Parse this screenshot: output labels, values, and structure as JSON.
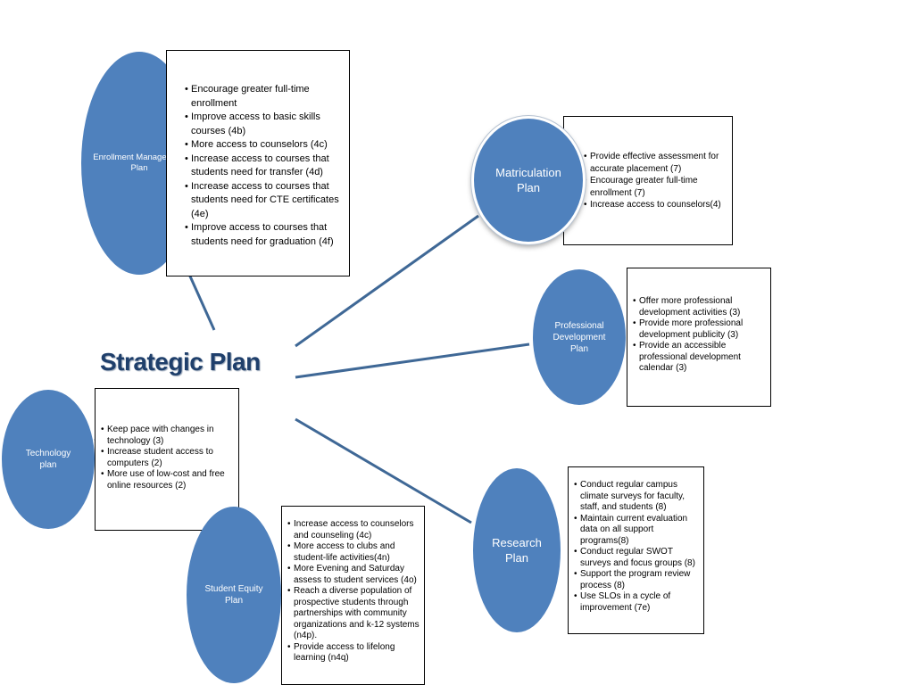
{
  "title": "Strategic Plan",
  "colors": {
    "node_fill": "#4f81bd",
    "connector": "#3f6896",
    "title": "#1f3f6b"
  },
  "nodes": {
    "enrollment": {
      "label": "Enrollment Management Plan",
      "items": [
        "Encourage greater full-time enrollment",
        "Improve access to basic skills courses (4b)",
        "More access to counselors (4c)",
        "Increase access to courses that students need for transfer (4d)",
        "Increase access to courses that students need for CTE certificates (4e)",
        "Improve access to courses that students need for graduation (4f)"
      ]
    },
    "matriculation": {
      "label": "Matriculation Plan",
      "items": [
        "Provide effective assessment for accurate placement (7)",
        "Encourage greater full-time enrollment  (7)",
        "Increase access to counselors(4)"
      ]
    },
    "professional": {
      "label": "Professional Development Plan",
      "items": [
        "Offer more professional development activities  (3)",
        "Provide more professional development publicity (3)",
        "Provide an accessible professional development calendar (3)"
      ]
    },
    "technology": {
      "label": "Technology plan",
      "items": [
        "Keep pace with changes  in technology (3)",
        "Increase student access to computers (2)",
        "More use of low-cost and free online resources (2)"
      ]
    },
    "equity": {
      "label": "Student Equity Plan",
      "items": [
        "Increase access to counselors and counseling (4c)",
        "More access to clubs and student-life activities(4n)",
        "More Evening and Saturday assess to student services (4o)",
        "Reach a diverse population of prospective students through partnerships with community organizations and k-12 systems (n4p).",
        "Provide access to lifelong learning (n4q)"
      ]
    },
    "research": {
      "label": "Research Plan",
      "items": [
        "Conduct regular campus climate surveys for faculty, staff, and students (8)",
        "Maintain current evaluation data on all support programs(8)",
        "Conduct regular SWOT surveys and focus groups (8)",
        "Support the program review process (8)",
        "Use SLOs in a cycle of improvement  (7e)"
      ]
    }
  }
}
